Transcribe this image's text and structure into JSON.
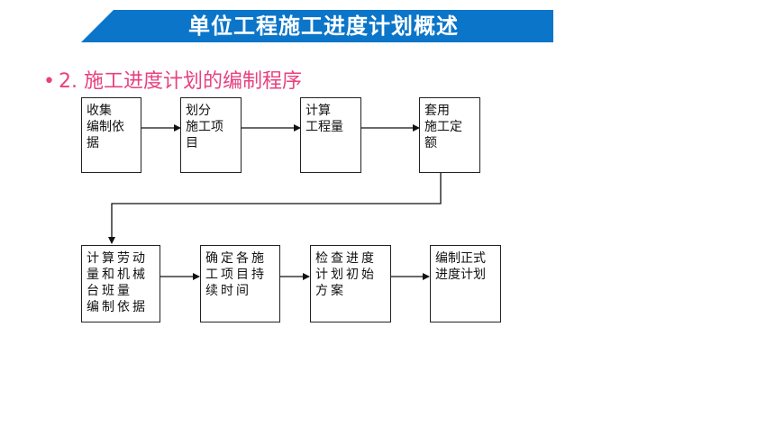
{
  "header": {
    "title": "单位工程施工进度计划概述"
  },
  "section": {
    "bullet": "•",
    "title": "2. 施工进度计划的编制程序"
  },
  "flow": {
    "row1": [
      "收集\n编制依\n据",
      "划分\n施工项\n目",
      "计算\n工程量",
      "套用\n施工定\n额"
    ],
    "row2": [
      "计算劳动\n量和机械\n台班量\n编制依据",
      "确定各施\n工项目持\n续时间",
      "检查进度\n计划初始\n方案",
      "编制正式\n进度计划"
    ]
  }
}
